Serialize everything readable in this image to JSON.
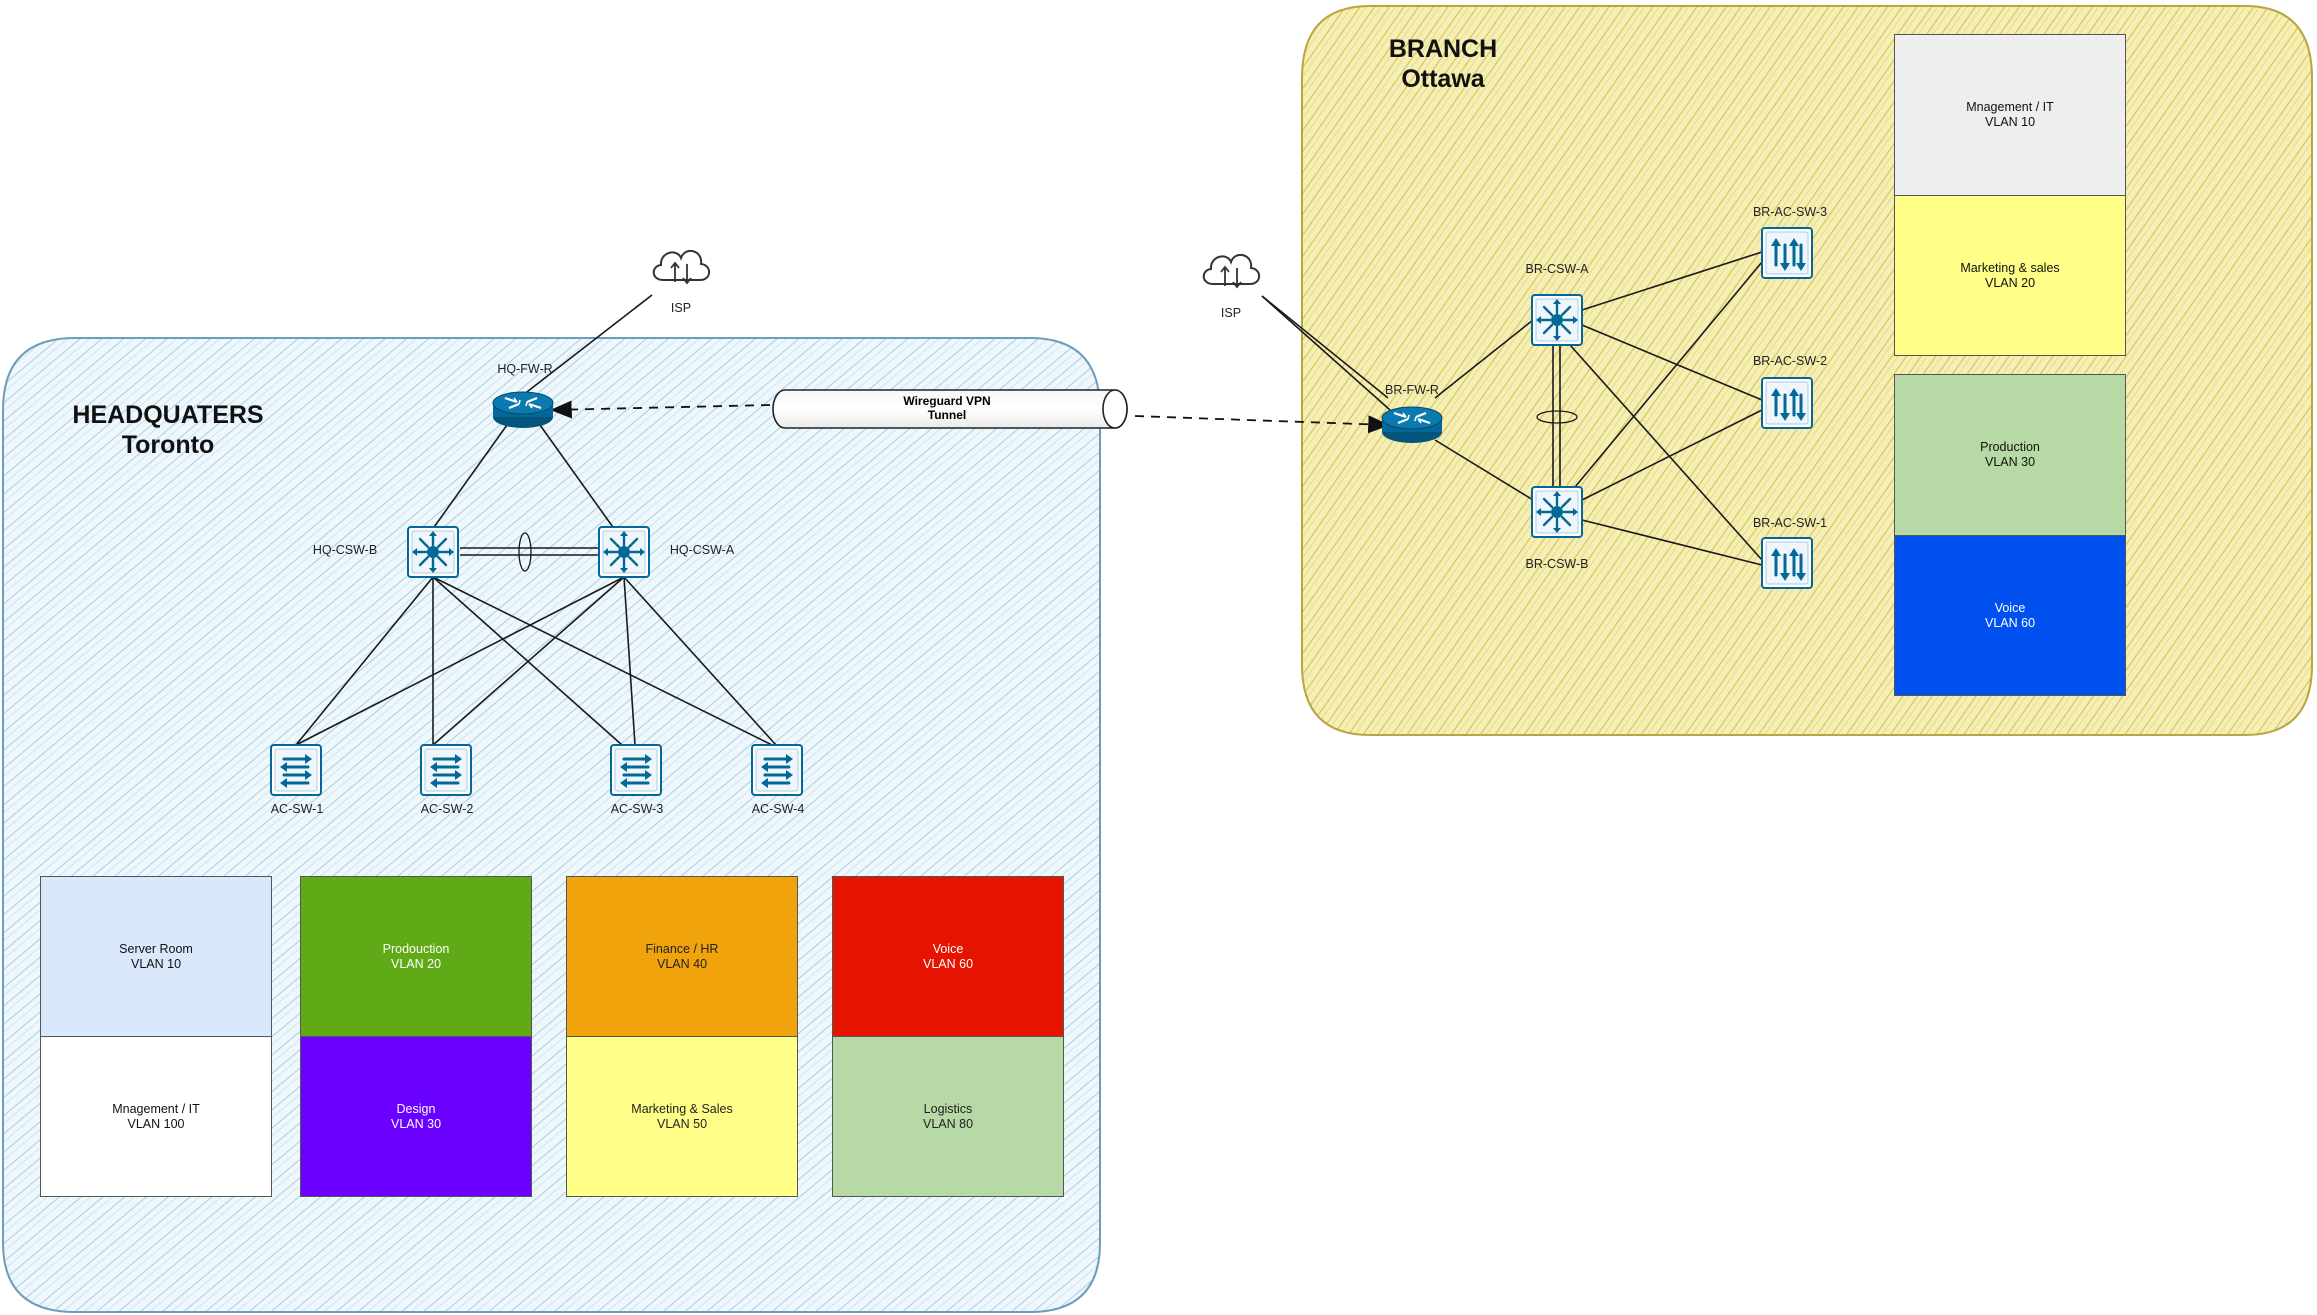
{
  "headquarters": {
    "title": "HEADQUATERS",
    "city": "Toronto",
    "isp_label": "ISP",
    "firewall": "HQ-FW-R",
    "core_switches": [
      "HQ-CSW-B",
      "HQ-CSW-A"
    ],
    "access_switches": [
      "AC-SW-1",
      "AC-SW-2",
      "AC-SW-3",
      "AC-SW-4"
    ],
    "vlans": [
      {
        "name": "Server Room",
        "vlan": "VLAN 10",
        "color": "#dae8fc",
        "text": "#111111"
      },
      {
        "name": "Mnagement / IT",
        "vlan": "VLAN 100",
        "color": "#ffffff",
        "text": "#111111"
      },
      {
        "name": "Prodouction",
        "vlan": "VLAN 20",
        "color": "#60a917",
        "text": "#ffffff"
      },
      {
        "name": "Design",
        "vlan": "VLAN 30",
        "color": "#6a00ff",
        "text": "#ffffff"
      },
      {
        "name": "Finance / HR",
        "vlan": "VLAN 40",
        "color": "#f0a30a",
        "text": "#222222"
      },
      {
        "name": "Marketing & Sales",
        "vlan": "VLAN 50",
        "color": "#ffff88",
        "text": "#222222"
      },
      {
        "name": "Voice",
        "vlan": "VLAN 60",
        "color": "#e51400",
        "text": "#ffffff"
      },
      {
        "name": "Logistics",
        "vlan": "VLAN 80",
        "color": "#b7d9a6",
        "text": "#222222"
      }
    ]
  },
  "branch": {
    "title": "BRANCH",
    "city": "Ottawa",
    "isp_label": "ISP",
    "firewall": "BR-FW-R",
    "core_switches": [
      "BR-CSW-A",
      "BR-CSW-B"
    ],
    "access_switches": [
      "BR-AC-SW-3",
      "BR-AC-SW-2",
      "BR-AC-SW-1"
    ],
    "vlans": [
      {
        "name": "Mnagement / IT",
        "vlan": "VLAN 10",
        "color": "#eeeeee",
        "text": "#111111"
      },
      {
        "name": "Marketing & sales",
        "vlan": "VLAN 20",
        "color": "#ffff88",
        "text": "#111111"
      },
      {
        "name": "Production",
        "vlan": "VLAN 30",
        "color": "#b7d9a6",
        "text": "#111111"
      },
      {
        "name": "Voice",
        "vlan": "VLAN 60",
        "color": "#0050ef",
        "text": "#ffffff"
      }
    ]
  },
  "vpn": {
    "line1": "Wireguard VPN",
    "line2": "Tunnel"
  },
  "colors": {
    "device": "#036897",
    "hq_zone_fill": "#eaf5fb",
    "hq_zone_stroke": "#6d9eb8",
    "branch_zone_fill": "#f2eba8",
    "branch_zone_stroke": "#b8a640"
  }
}
